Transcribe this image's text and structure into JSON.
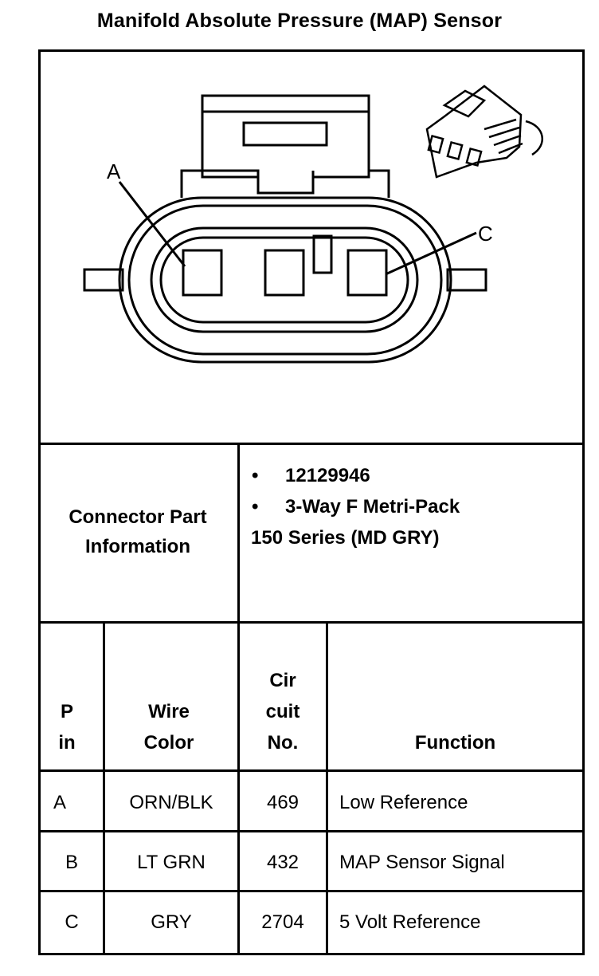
{
  "title": "Manifold Absolute Pressure (MAP) Sensor",
  "diagram": {
    "pin_label_a": "A",
    "pin_label_c": "C"
  },
  "connector": {
    "label": "Connector Part Information",
    "bullet": "•",
    "part_number": "12129946",
    "description_line1": "3-Way F Metri-Pack",
    "description_line2": "150 Series (MD GRY)"
  },
  "table": {
    "headers": {
      "pin": "P in",
      "wire_color": "Wire Color",
      "circuit": "Cir cuit No.",
      "function": "Function"
    },
    "rows": [
      {
        "pin": "A",
        "wire_color": "ORN/BLK",
        "circuit": "469",
        "function": "Low Reference"
      },
      {
        "pin": "B",
        "wire_color": "LT GRN",
        "circuit": "432",
        "function": "MAP Sensor Signal"
      },
      {
        "pin": "C",
        "wire_color": "GRY",
        "circuit": "2704",
        "function": "5 Volt Reference"
      }
    ]
  }
}
